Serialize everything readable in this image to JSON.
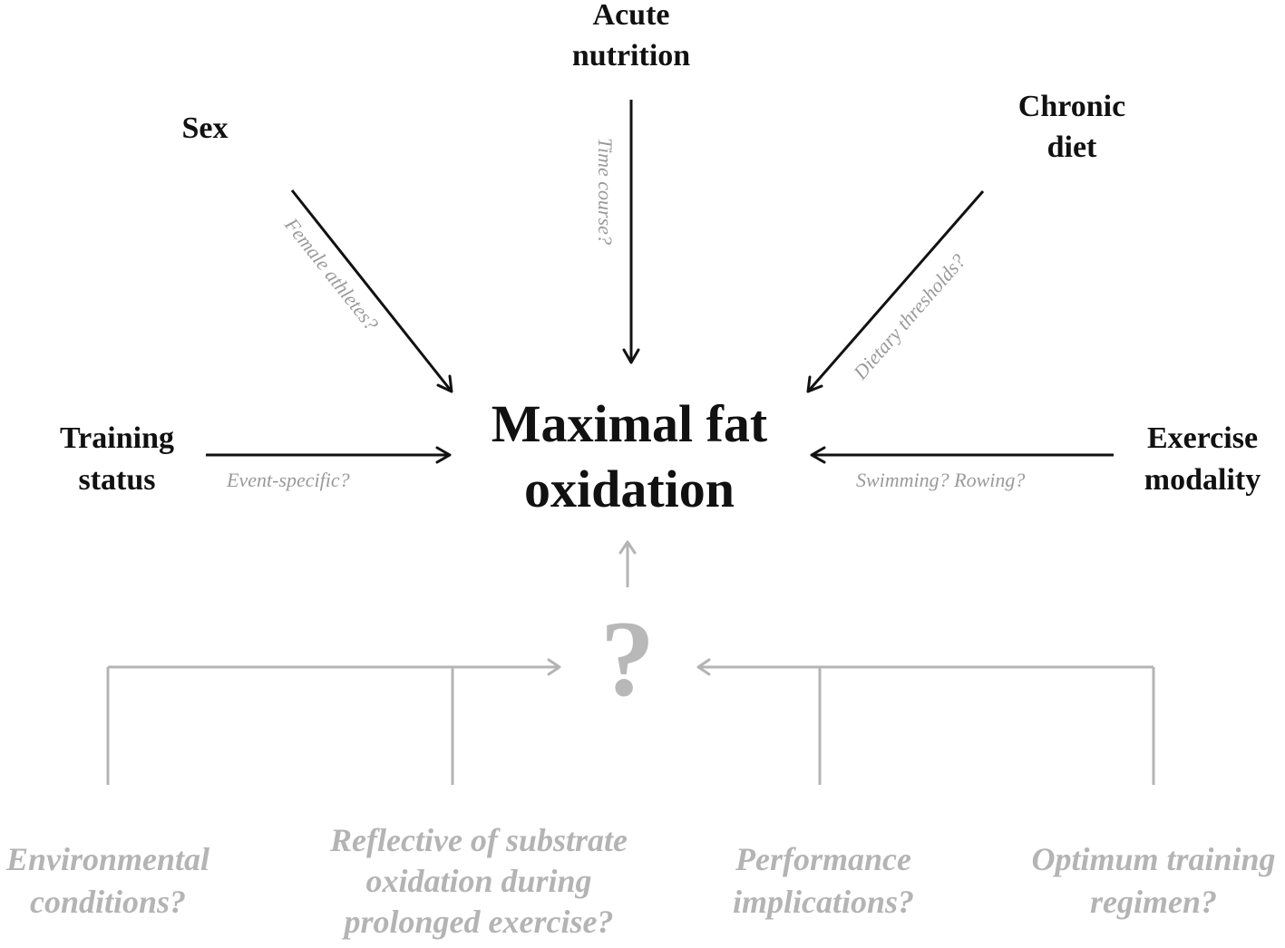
{
  "center": {
    "line1": "Maximal fat",
    "line2": "oxidation"
  },
  "factors": {
    "acute_nutrition": {
      "line1": "Acute",
      "line2": "nutrition",
      "note": "Time course?"
    },
    "sex": {
      "line1": "Sex",
      "note": "Female athletes?"
    },
    "chronic_diet": {
      "line1": "Chronic",
      "line2": "diet",
      "note": "Dietary thresholds?"
    },
    "training_status": {
      "line1": "Training",
      "line2": "status",
      "note": "Event-specific?"
    },
    "exercise_modality": {
      "line1": "Exercise",
      "line2": "modality",
      "note": "Swimming? Rowing?"
    }
  },
  "unknown": {
    "symbol": "?"
  },
  "open_questions": {
    "environmental": {
      "line1": "Environmental",
      "line2": "conditions?"
    },
    "reflective": {
      "line1": "Reflective of substrate",
      "line2": "oxidation during",
      "line3": "prolonged exercise?"
    },
    "performance": {
      "line1": "Performance",
      "line2": "implications?"
    },
    "training_regimen": {
      "line1": "Optimum training",
      "line2": "regimen?"
    }
  },
  "colors": {
    "primary": "#111111",
    "secondary": "#9a9a9a",
    "muted": "#b4b4b4"
  }
}
